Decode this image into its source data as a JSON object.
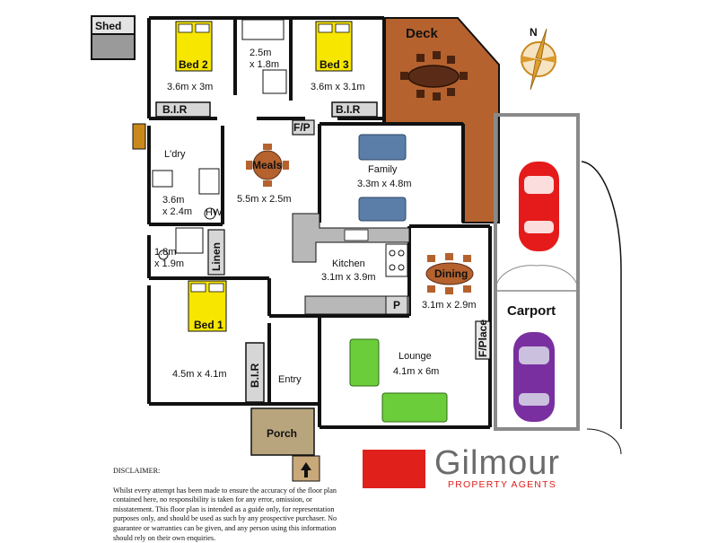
{
  "shed": {
    "label": "Shed"
  },
  "compass": {
    "north_label": "N"
  },
  "rooms": {
    "bed2": {
      "name": "Bed 2",
      "size": "3.6m x 3m"
    },
    "bath": {
      "size_line1": "2.5m",
      "size_line2": "x 1.8m"
    },
    "bed3": {
      "name": "Bed 3",
      "size": "3.6m x 3.1m"
    },
    "deck": {
      "name": "Deck"
    },
    "laundry": {
      "name": "L'dry",
      "size_line1": "3.6m",
      "size_line2": "x 2.4m"
    },
    "meals": {
      "name": "Meals",
      "size": "5.5m x 2.5m"
    },
    "family": {
      "name": "Family",
      "size": "3.3m x 4.8m"
    },
    "ensuite": {
      "size_line1": "1.8m",
      "size_line2": "x 1.9m"
    },
    "kitchen": {
      "name": "Kitchen",
      "size": "3.1m x 3.9m"
    },
    "dining": {
      "name": "Dining",
      "size": "3.1m x 2.9m"
    },
    "carport": {
      "name": "Carport"
    },
    "bed1": {
      "name": "Bed 1",
      "size": "4.5m x 4.1m"
    },
    "entry": {
      "name": "Entry"
    },
    "lounge": {
      "name": "Lounge",
      "size": "4.1m x 6m"
    },
    "porch": {
      "name": "Porch"
    }
  },
  "labels": {
    "bir": "B.I.R",
    "fp": "F/P",
    "linen": "Linen",
    "fplace": "F/Place",
    "pantry": "P",
    "hw": "HW"
  },
  "disclaimer": {
    "title": "DISCLAIMER:",
    "body": "Whilst every attempt has been made to ensure the accuracy of the floor plan contained here, no responsibility is taken for any error, omission, or misstatement. This floor plan is intended as a guide only, for representation purposes only, and should be used as such by any prospective purchaser. No guarantee or warranties can be given, and any person using this information should rely on their own enquiries."
  },
  "brand": {
    "name": "Gilmour",
    "tagline": "PROPERTY AGENTS"
  },
  "colors": {
    "wall": "#111111",
    "deck": "#b5622e",
    "bed": "#f7e600",
    "car_red": "#e51b1b",
    "car_purple": "#7a2fa0",
    "sofa_blue": "#5b7ea8",
    "sofa_green": "#6ccd3a",
    "table_brown": "#b5622e",
    "carport_wall": "#8a8a8a",
    "brand_red": "#e0201b",
    "brand_grey": "#6b6b6b"
  }
}
